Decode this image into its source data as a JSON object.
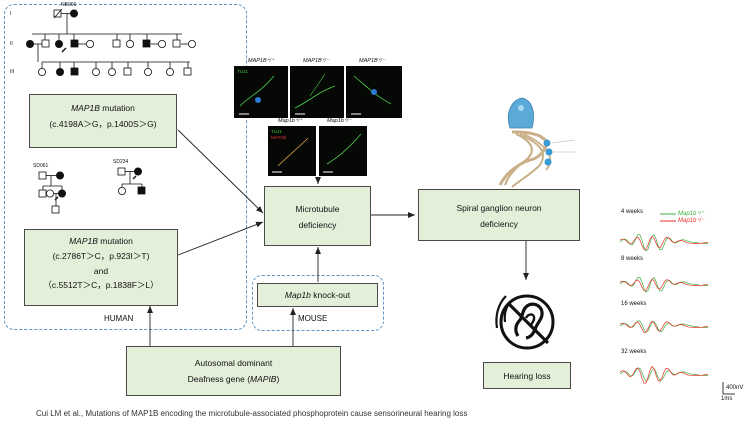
{
  "human": {
    "label": "HUMAN",
    "family1_id": "NB066",
    "family2_id": "SD061",
    "family3_id": "SD234",
    "box1": {
      "gene": "MAP1B",
      "line1_suffix": " mutation",
      "line2": "(c.4198A＞G，p.1400S＞G)"
    },
    "box2": {
      "gene": "MAP1B",
      "line1_suffix": " mutation",
      "line2": "(c.2786T＞C，p.923I＞T)",
      "line3": "and",
      "line4": "（c.5512T＞C，p.1838F＞L）"
    }
  },
  "mouse": {
    "label": "MOUSE",
    "knockout_gene": "Map1b",
    "knockout_suffix": " knock-out"
  },
  "autosomal": {
    "line1": "Autosomal dominant",
    "line2_prefix": "Deafness gene (",
    "line2_gene": "MAPIB",
    "line2_suffix": ")"
  },
  "microtubule": {
    "line1": "Microtubule",
    "line2": "deficiency"
  },
  "sgn": {
    "line1": "Spiral ganglion neuron",
    "line2": "deficiency"
  },
  "hearing_loss": {
    "label": "Hearing loss"
  },
  "micrographs": {
    "row1": [
      "MAP1B⁺/⁺",
      "MAP1B⁺/⁻",
      "MAP1B⁺/⁻"
    ],
    "row2": [
      "Map1b⁺/⁺",
      "Map1b⁺/⁻"
    ],
    "stain1": "TUJ1",
    "stain2": "MAP1B"
  },
  "abr": {
    "legend_wt": "Map1b⁺/⁺",
    "legend_het": "Map1b⁺/⁻",
    "weeks": [
      "4 weeks",
      "8 weeks",
      "16 weeks",
      "32 weeks"
    ],
    "scale_v": "400nV",
    "scale_t": "1ms",
    "colors": {
      "wt": "#3cae3c",
      "het": "#e8312b"
    }
  },
  "citation": "Cui LM et al., Mutations of MAP1B encoding the microtubule-associated phosphoprotein cause sensorineural hearing loss"
}
